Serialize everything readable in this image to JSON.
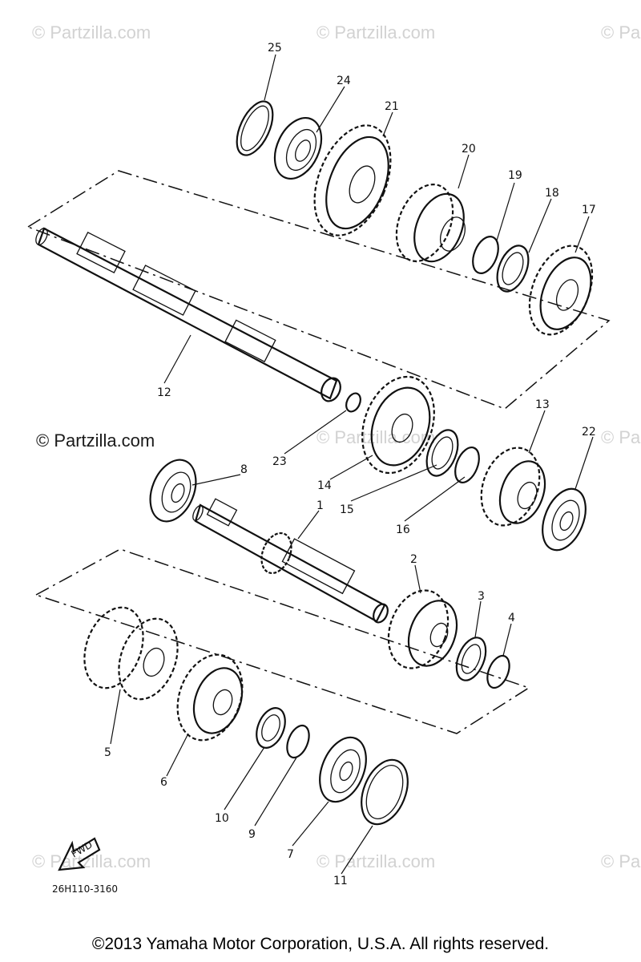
{
  "watermark": {
    "text": "© Partzilla.com",
    "sidebar_text": "© Partzilla.com"
  },
  "diagram_code": "26H110-3160",
  "fwd_label": "FWD",
  "callouts": {
    "c1": "1",
    "c2": "2",
    "c3": "3",
    "c4": "4",
    "c5": "5",
    "c6": "6",
    "c7": "7",
    "c8": "8",
    "c9": "9",
    "c10": "10",
    "c11": "11",
    "c12": "12",
    "c13": "13",
    "c14": "14",
    "c15": "15",
    "c16": "16",
    "c17": "17",
    "c18": "18",
    "c19": "19",
    "c20": "20",
    "c21": "21",
    "c22": "22",
    "c23": "23",
    "c24": "24",
    "c25": "25"
  },
  "copyright": "©2013 Yamaha Motor Corporation, U.S.A. All rights reserved."
}
